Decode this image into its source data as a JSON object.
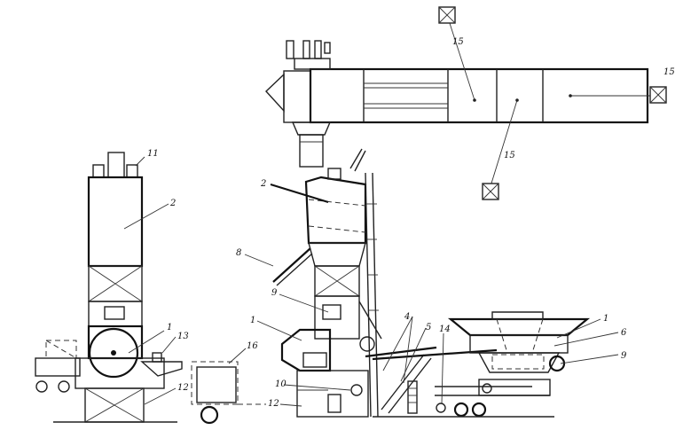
{
  "callouts": [
    {
      "id": "c1a",
      "text": "1"
    },
    {
      "id": "c1b",
      "text": "1"
    },
    {
      "id": "c1c",
      "text": "1"
    },
    {
      "id": "c2a",
      "text": "2"
    },
    {
      "id": "c2b",
      "text": "2"
    },
    {
      "id": "c4",
      "text": "4"
    },
    {
      "id": "c5",
      "text": "5"
    },
    {
      "id": "c6",
      "text": "6"
    },
    {
      "id": "c8",
      "text": "8"
    },
    {
      "id": "c9a",
      "text": "9"
    },
    {
      "id": "c9b",
      "text": "9"
    },
    {
      "id": "c10",
      "text": "10"
    },
    {
      "id": "c11",
      "text": "11"
    },
    {
      "id": "c12a",
      "text": "12"
    },
    {
      "id": "c12b",
      "text": "12"
    },
    {
      "id": "c13",
      "text": "13"
    },
    {
      "id": "c14",
      "text": "14"
    },
    {
      "id": "c15a",
      "text": "15"
    },
    {
      "id": "c15b",
      "text": "15"
    },
    {
      "id": "c15c",
      "text": "15"
    },
    {
      "id": "c16",
      "text": "16"
    }
  ]
}
